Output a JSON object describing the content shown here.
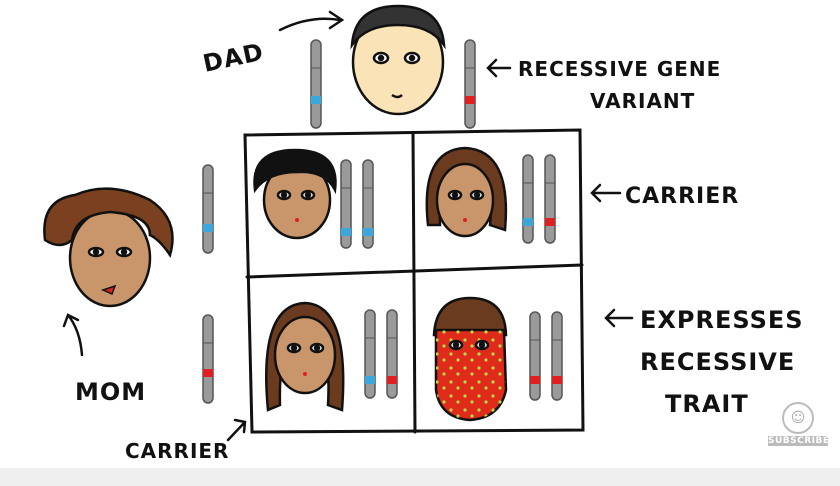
{
  "labels": {
    "dad": "DAD",
    "recessive_gene_line1": "RECESSIVE GENE",
    "recessive_gene_line2": "VARIANT",
    "carrier_right": "CARRIER",
    "expresses_line1": "EXPRESSES",
    "expresses_line2": "RECESSIVE",
    "expresses_line3": "TRAIT",
    "mom": "MOM",
    "carrier_bottom": "CARRIER"
  },
  "subscribe": {
    "label": "SUBSCRIBE"
  },
  "colors": {
    "dominant_band": "#3aa8dc",
    "recessive_band": "#e02020",
    "chromosome": "#9a9a9a",
    "skin": "#c9956a",
    "dad_skin": "#fbe3b8",
    "hair_brown": "#6b3b1f",
    "spots": "#e02a1a"
  }
}
